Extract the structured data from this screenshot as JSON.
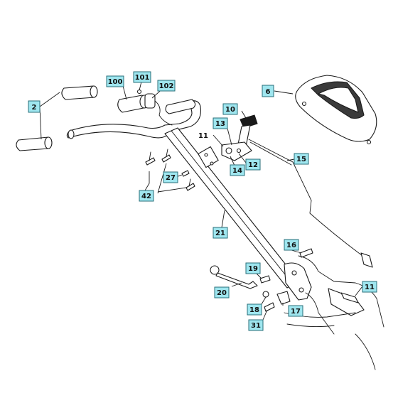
{
  "callouts": [
    {
      "id": "c2",
      "text": "2",
      "boxed": true
    },
    {
      "id": "c100",
      "text": "100",
      "boxed": true
    },
    {
      "id": "c101",
      "text": "101",
      "boxed": true
    },
    {
      "id": "c102",
      "text": "102",
      "boxed": true
    },
    {
      "id": "c6",
      "text": "6",
      "boxed": true
    },
    {
      "id": "c10",
      "text": "10",
      "boxed": true
    },
    {
      "id": "c13",
      "text": "13",
      "boxed": true
    },
    {
      "id": "c11a",
      "text": "11",
      "boxed": false
    },
    {
      "id": "c12",
      "text": "12",
      "boxed": true
    },
    {
      "id": "c14",
      "text": "14",
      "boxed": true
    },
    {
      "id": "c15",
      "text": "15",
      "boxed": true
    },
    {
      "id": "c27",
      "text": "27",
      "boxed": true
    },
    {
      "id": "c42",
      "text": "42",
      "boxed": true
    },
    {
      "id": "c21",
      "text": "21",
      "boxed": true
    },
    {
      "id": "c16",
      "text": "16",
      "boxed": true
    },
    {
      "id": "c19",
      "text": "19",
      "boxed": true
    },
    {
      "id": "c20",
      "text": "20",
      "boxed": true
    },
    {
      "id": "c18",
      "text": "18",
      "boxed": true
    },
    {
      "id": "c17",
      "text": "17",
      "boxed": true
    },
    {
      "id": "c31",
      "text": "31",
      "boxed": true
    },
    {
      "id": "c11b",
      "text": "11",
      "boxed": true
    }
  ]
}
